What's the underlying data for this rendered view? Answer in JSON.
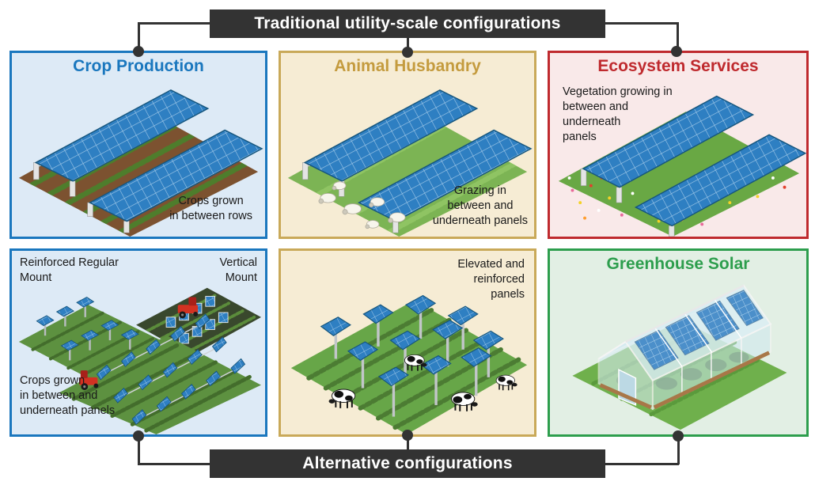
{
  "top_banner": {
    "label": "Traditional utility-scale configurations"
  },
  "bottom_banner": {
    "label": "Alternative configurations"
  },
  "colors": {
    "banner_bg": "#333333",
    "banner_text": "#ffffff",
    "connector": "#333333",
    "crop_border": "#1a77be",
    "crop_bg": "#ddeaf6",
    "animal_border": "#c9a959",
    "animal_bg": "#f6ecd4",
    "animal_title": "#c49b3e",
    "eco_border": "#bf2a2e",
    "eco_bg": "#f9e9e9",
    "green_border": "#2d9e4d",
    "green_bg": "#e2efe4",
    "solar_panel_blue": "#2e7fc2",
    "caption_text": "#1a1a1a"
  },
  "panels": {
    "crop_production": {
      "title": "Crop Production",
      "caption": [
        "Crops grown",
        "in between rows"
      ]
    },
    "animal_husbandry": {
      "title": "Animal Husbandry",
      "caption": [
        "Grazing in",
        "between and",
        "underneath panels"
      ]
    },
    "ecosystem_services": {
      "title": "Ecosystem Services",
      "caption": [
        "Vegetation growing in",
        "between and",
        "underneath",
        "panels"
      ]
    },
    "alternative_mounts": {
      "label_left": [
        "Reinforced Regular",
        "Mount"
      ],
      "label_right": [
        "Vertical",
        "Mount"
      ],
      "caption": [
        "Crops grown",
        "in between and",
        "underneath panels"
      ]
    },
    "elevated_panels": {
      "caption": [
        "Elevated and",
        "reinforced",
        "panels"
      ]
    },
    "greenhouse_solar": {
      "title": "Greenhouse Solar"
    }
  }
}
